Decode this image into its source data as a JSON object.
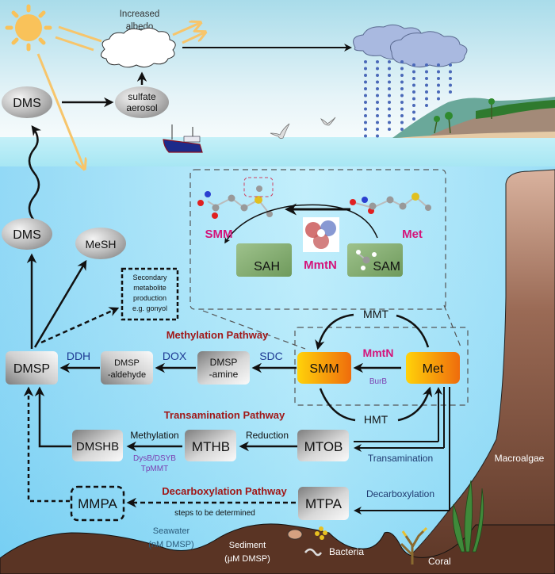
{
  "atmosphere": {
    "albedo_label": [
      "Increased",
      "albedo"
    ],
    "dms_top": "DMS",
    "sulfate_aerosol": [
      "sulfate",
      "aerosol"
    ]
  },
  "inset": {
    "smm_label": "SMM",
    "met_label": "Met",
    "sah_label": "SAH",
    "sam_label": "SAM",
    "enzyme_label": "MmtN"
  },
  "water": {
    "dms": "DMS",
    "mesh": "MeSH",
    "secondary": [
      "Secondary",
      "metabolite",
      "production",
      "e.g. gonyol"
    ],
    "dmsp": "DMSP"
  },
  "methylation_pathway": {
    "title": "Methylation Pathway",
    "ddh": "DDH",
    "dox": "DOX",
    "sdc": "SDC",
    "dmsp_aldehyde": [
      "DMSP",
      "-aldehyde"
    ],
    "dmsp_amine": [
      "DMSP",
      "-amine"
    ]
  },
  "cycle": {
    "mmt": "MMT",
    "hmt": "HMT",
    "smm": "SMM",
    "met": "Met",
    "mmtn": "MmtN",
    "burb": "BurB"
  },
  "transamination_pathway": {
    "title": "Transamination Pathway",
    "dmshb": "DMSHB",
    "mthb": "MTHB",
    "mtob": "MTOB",
    "methylation": "Methylation",
    "reduction": "Reduction",
    "transamination": "Transamination",
    "enzymes": [
      "DysB/DSYB",
      "TpMMT"
    ]
  },
  "decarboxylation_pathway": {
    "title": "Decarboxylation Pathway",
    "mmpa": "MMPA",
    "mtpa": "MTPA",
    "decarboxylation": "Decarboxylation",
    "steps_note": "steps to be determined"
  },
  "environment": {
    "seawater": [
      "Seawater",
      "(nM DMSP)"
    ],
    "sediment": [
      "Sediment",
      "(µM DMSP)"
    ],
    "bacteria": "Bacteria",
    "coral": "Coral",
    "macroalgae": "Macroalgae"
  },
  "colors": {
    "pathway_title": "#a01818",
    "enzyme_blue": "#1f3a93",
    "enzyme_magenta": "#d4147a",
    "enzyme_purple": "#7b3fb0",
    "sediment": "#5a3424",
    "orange_box": "#f59a10"
  }
}
